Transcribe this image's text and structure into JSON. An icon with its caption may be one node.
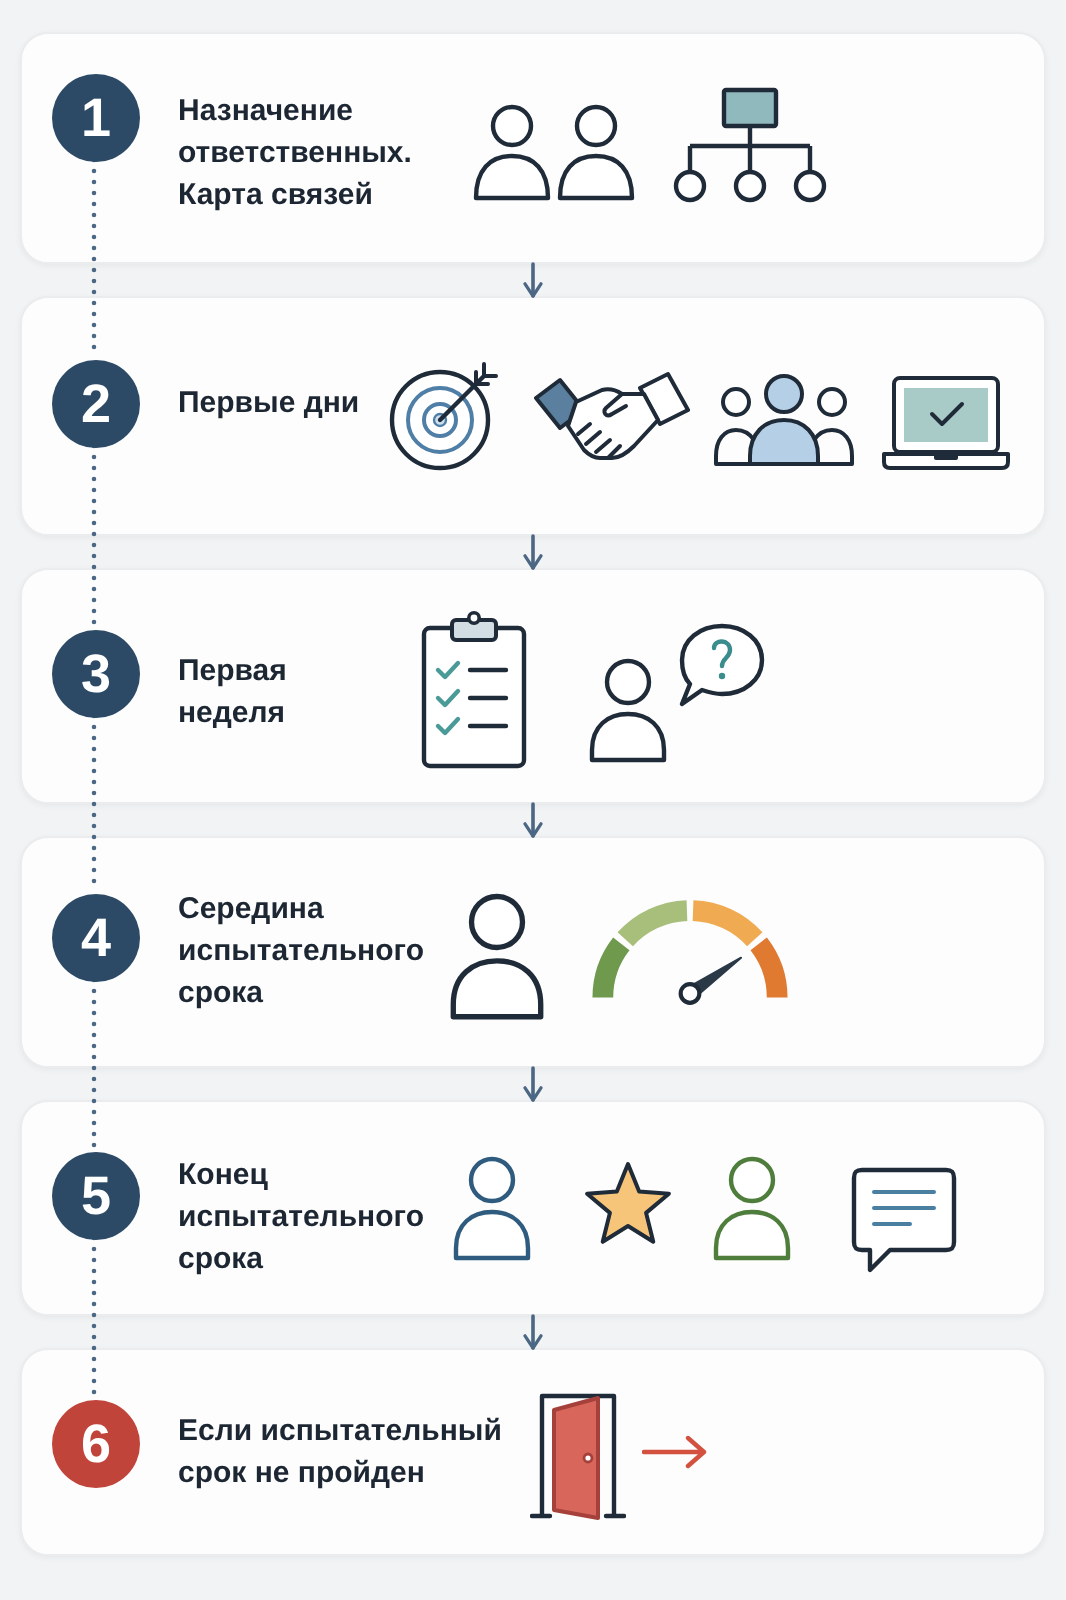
{
  "diagram": {
    "nodes": [
      {
        "text": [
          "Назначение ответственных. Карта связей"
        ]
      },
      {
        "text": [
          "1"
        ],
        "in": 0
      },
      {
        "text": [
          "Первые дни"
        ]
      },
      {
        "text": [
          "2"
        ],
        "in": 2
      },
      {
        "text": [
          "Первая неделя"
        ]
      },
      {
        "text": [
          "3"
        ],
        "in": 4
      },
      {
        "text": [
          "Середина испытательного срока"
        ]
      },
      {
        "text": [
          "4"
        ],
        "in": 6
      },
      {
        "text": [
          "Конец испытательного срока"
        ]
      },
      {
        "text": [
          "5"
        ],
        "in": 8
      },
      {
        "text": [
          "Если испытательный срок не пройден"
        ]
      },
      {
        "text": [
          "6"
        ],
        "in": 10
      }
    ],
    "edges": [
      {
        "from": 0,
        "to": 2,
        "arrow": "to"
      },
      {
        "from": 2,
        "to": 4,
        "arrow": "to"
      },
      {
        "from": 4,
        "to": 6,
        "arrow": "to"
      },
      {
        "from": 6,
        "to": 8,
        "arrow": "to"
      },
      {
        "from": 8,
        "to": 10,
        "arrow": "to"
      },
      {
        "from": 1,
        "to": 3,
        "arrow": "none",
        "style": "dashed"
      },
      {
        "from": 3,
        "to": 5,
        "arrow": "none",
        "style": "dashed"
      },
      {
        "from": 5,
        "to": 7,
        "arrow": "none",
        "style": "dashed"
      },
      {
        "from": 7,
        "to": 9,
        "arrow": "none",
        "style": "dashed"
      },
      {
        "from": 9,
        "to": 11,
        "arrow": "none",
        "style": "dashed"
      }
    ]
  }
}
